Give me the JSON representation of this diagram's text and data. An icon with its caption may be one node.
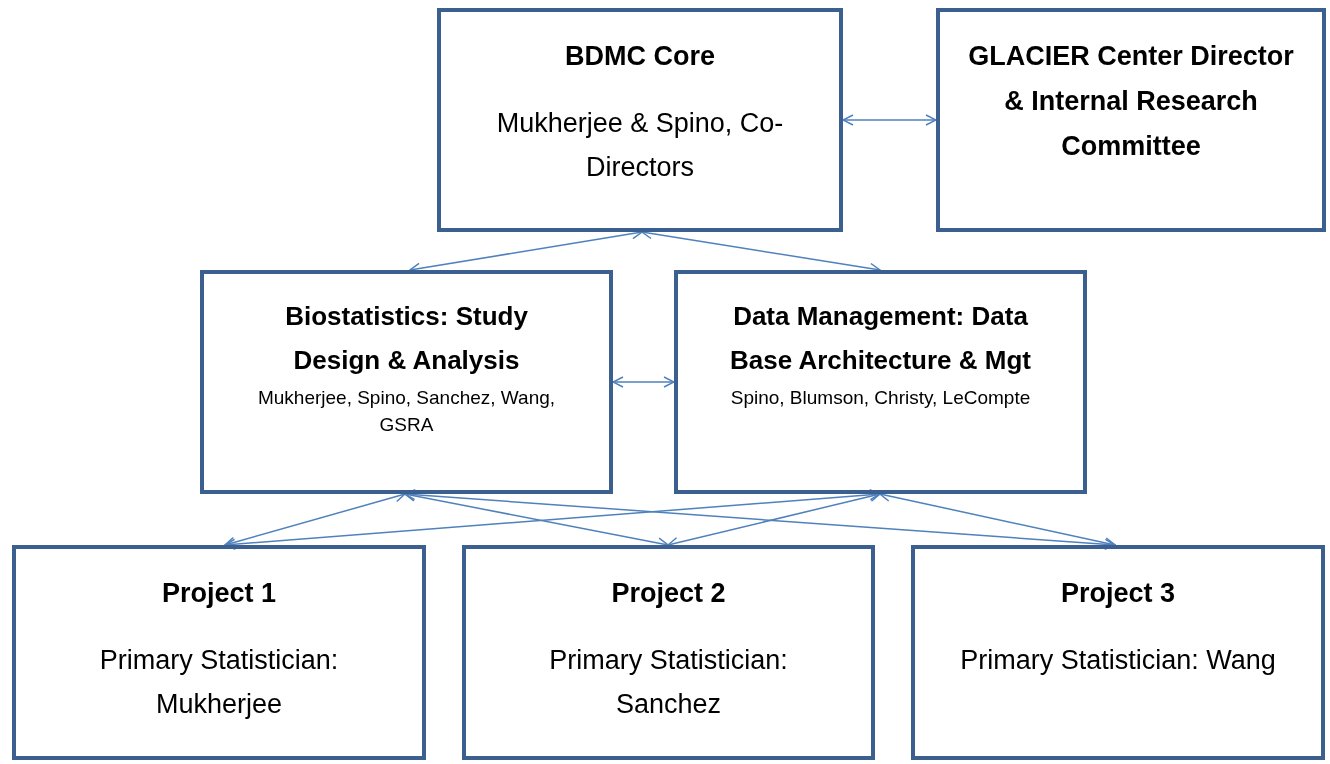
{
  "diagram": {
    "nodes": [
      {
        "text": [
          "BDMC Core",
          "Mukherjee & Spino, Co-Directors"
        ]
      },
      {
        "text": [
          "GLACIER Center Director & Internal Research Committee"
        ]
      },
      {
        "text": [
          "Biostatistics: Study Design & Analysis",
          "Mukherjee, Spino, Sanchez, Wang, GSRA"
        ]
      },
      {
        "text": [
          "Data Management: Data Base Architecture & Mgt",
          "Spino, Blumson, Christy, LeCompte"
        ]
      },
      {
        "text": [
          "Project 1",
          "Primary Statistician: Mukherjee"
        ]
      },
      {
        "text": [
          "Project 2",
          "Primary Statistician: Sanchez"
        ]
      },
      {
        "text": [
          "Project 3",
          "Primary Statistician: Wang"
        ]
      }
    ],
    "edges": [
      {
        "from": 0,
        "to": 1,
        "arrow": "both"
      },
      {
        "from": 0,
        "to": 2,
        "arrow": "both"
      },
      {
        "from": 0,
        "to": 3,
        "arrow": "both"
      },
      {
        "from": 2,
        "to": 3,
        "arrow": "both"
      },
      {
        "from": 2,
        "to": 4,
        "arrow": "both"
      },
      {
        "from": 2,
        "to": 5,
        "arrow": "both"
      },
      {
        "from": 2,
        "to": 6,
        "arrow": "both"
      },
      {
        "from": 3,
        "to": 4,
        "arrow": "both"
      },
      {
        "from": 3,
        "to": 5,
        "arrow": "both"
      },
      {
        "from": 3,
        "to": 6,
        "arrow": "both"
      }
    ]
  }
}
